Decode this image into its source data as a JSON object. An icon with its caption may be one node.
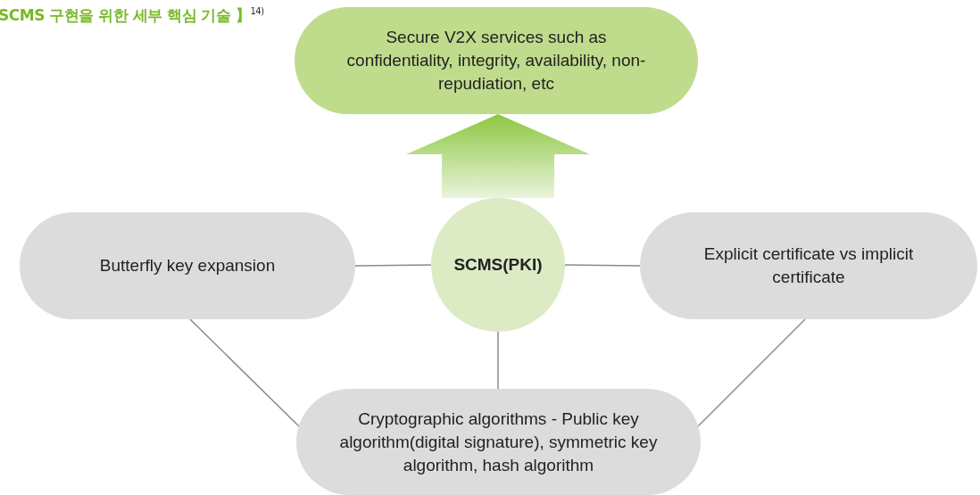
{
  "diagram": {
    "title": "SCMS 구현을 위한 세부 핵심 기술 】$^{14)}$",
    "nodes": [
      {
        "text": [
          "Secure V2X services such as confidentiality, integrity, availability, non-repudiation, etc"
        ]
      },
      {
        "text": [
          "Butterfly key expansion"
        ]
      },
      {
        "text": [
          "SCMS(PKI)"
        ]
      },
      {
        "text": [
          "Explicit certificate vs implicit certificate"
        ]
      },
      {
        "text": [
          "Cryptographic algorithms - Public key algorithm(digital signature), symmetric key algorithm, hash algorithm"
        ]
      }
    ],
    "edges": [
      {
        "from": 2,
        "to": 0,
        "arrow": "to",
        "style": "thick",
        "color": "#8cc63f"
      },
      {
        "from": 1,
        "to": 2,
        "arrow": "none"
      },
      {
        "from": 2,
        "to": 3,
        "arrow": "none"
      },
      {
        "from": 2,
        "to": 4,
        "arrow": "none"
      },
      {
        "from": 1,
        "to": 4,
        "arrow": "none"
      },
      {
        "from": 3,
        "to": 4,
        "arrow": "none"
      }
    ]
  }
}
